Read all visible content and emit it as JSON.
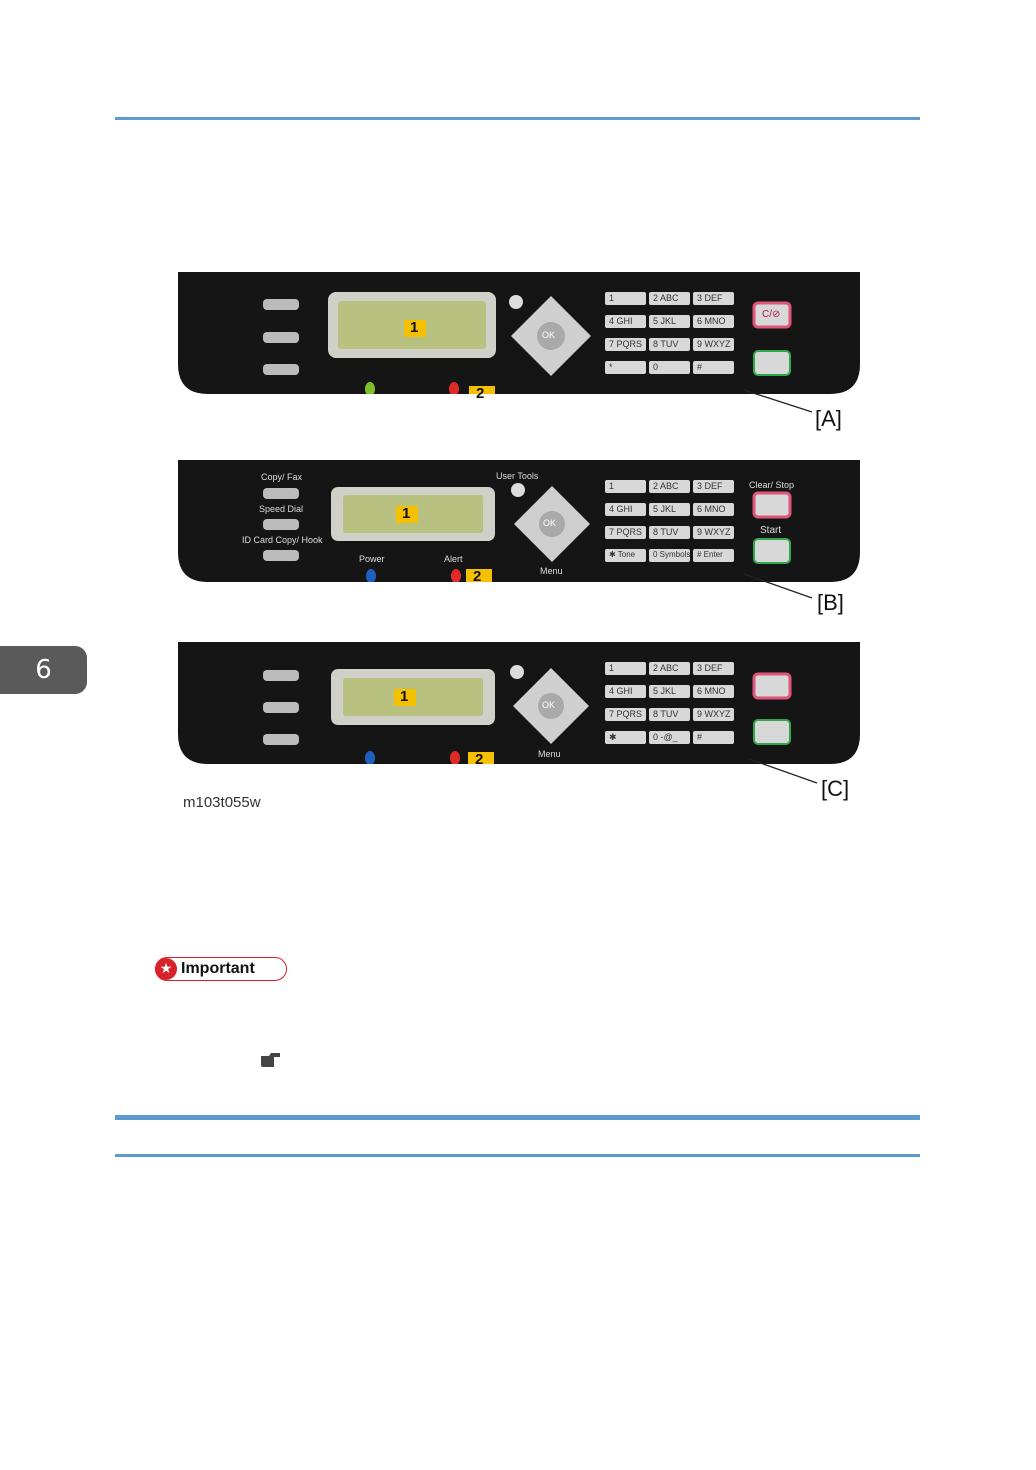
{
  "chapter": {
    "number": "6"
  },
  "figure": {
    "id_label": "m103t055w",
    "panels": [
      {
        "callout": "[A]",
        "lcd_marker": "1",
        "led_marker": "2",
        "keys": [
          "1",
          "2 ABC",
          "3 DEF",
          "4 GHI",
          "5 JKL",
          "6 MNO",
          "7 PQRS",
          "8 TUV",
          "9 WXYZ",
          "*",
          "0",
          "#"
        ],
        "ok_label": "OK",
        "clear_stop_label": "C/⊘"
      },
      {
        "callout": "[B]",
        "lcd_marker": "1",
        "led_marker": "2",
        "left_labels": [
          "Copy/ Fax",
          "Speed Dial",
          "ID Card Copy/ Hook"
        ],
        "user_tools_label": "User Tools",
        "power_label": "Power",
        "alert_label": "Alert",
        "menu_label": "Menu",
        "clear_stop_label": "Clear/ Stop",
        "start_label": "Start",
        "keys": [
          "1",
          "2 ABC",
          "3 DEF",
          "4 GHI",
          "5 JKL",
          "6 MNO",
          "7 PQRS",
          "8 TUV",
          "9 WXYZ",
          "✱ Tone",
          "0 Symbols",
          "# Enter"
        ],
        "ok_label": "OK"
      },
      {
        "callout": "[C]",
        "lcd_marker": "1",
        "led_marker": "2",
        "menu_label": "Menu",
        "keys": [
          "1",
          "2 ABC",
          "3 DEF",
          "4 GHI",
          "5 JKL",
          "6 MNO",
          "7 PQRS",
          "8 TUV",
          "9 WXYZ",
          "✱",
          "0 -@_",
          "#"
        ],
        "ok_label": "OK"
      }
    ]
  },
  "important": {
    "label": "Important"
  },
  "colors": {
    "rule": "#5b9bd0",
    "important_red": "#d8232a",
    "marker_yellow": "#f5c000"
  }
}
